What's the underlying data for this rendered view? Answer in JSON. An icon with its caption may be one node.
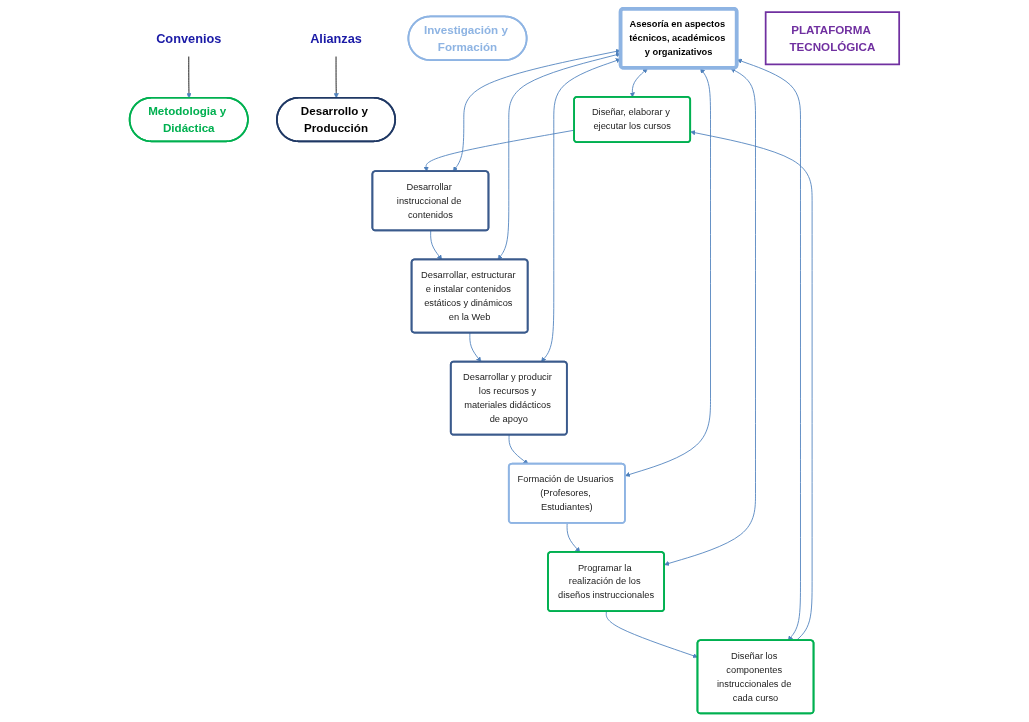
{
  "diagram": {
    "nodes": [
      {
        "text": [
          "Convenios"
        ]
      },
      {
        "text": [
          "Alianzas"
        ]
      },
      {
        "text": [
          "Metodologia y Didáctica"
        ]
      },
      {
        "text": [
          "Desarrollo y Producción"
        ]
      },
      {
        "text": [
          "Investigación y Formación"
        ]
      },
      {
        "text": [
          "Diseñar, elaborar y ejecutar los cursos"
        ]
      },
      {
        "text": [
          "Desarrollar instruccional de contenidos"
        ]
      },
      {
        "text": [
          "Diseñar los componentes instruccionales de cada curso"
        ]
      },
      {
        "text": [
          "Asesoría en aspectos técnicos, académicos y organizativos"
        ]
      },
      {
        "text": [
          "Desarrollar, estructurar e instalar contenidos estáticos y dinámicos en la Web"
        ]
      },
      {
        "text": [
          "Programar la realización de los diseños instruccionales"
        ]
      },
      {
        "text": [
          "Desarrollar y producir los recursos y materiales didácticos de apoyo"
        ]
      },
      {
        "text": [
          "Formación de Usuarios (Profesores, Estudiantes)"
        ]
      },
      {
        "text": [
          "PLATAFORMA TECNOLÓGICA"
        ]
      }
    ],
    "edges": [
      {
        "from": 0,
        "to": 2,
        "arrow": "to",
        "color": "#000000"
      },
      {
        "from": 1,
        "to": 3,
        "arrow": "to",
        "color": "#000000"
      },
      {
        "from": 5,
        "to": 6,
        "arrow": "to"
      },
      {
        "from": 6,
        "to": 9,
        "arrow": "to"
      },
      {
        "from": 9,
        "to": 11,
        "arrow": "to"
      },
      {
        "from": 11,
        "to": 12,
        "arrow": "to"
      },
      {
        "from": 12,
        "to": 10,
        "arrow": "to"
      },
      {
        "from": 10,
        "to": 7,
        "arrow": "to"
      },
      {
        "from": 7,
        "to": 5,
        "arrow": "to"
      },
      {
        "from": 8,
        "to": 5,
        "arrow": "both"
      },
      {
        "from": 8,
        "to": 6,
        "arrow": "both"
      },
      {
        "from": 8,
        "to": 7,
        "arrow": "both"
      },
      {
        "from": 8,
        "to": 9,
        "arrow": "both"
      },
      {
        "from": 8,
        "to": 10,
        "arrow": "both"
      },
      {
        "from": 8,
        "to": 11,
        "arrow": "both"
      },
      {
        "from": 8,
        "to": 12,
        "arrow": "both"
      }
    ]
  }
}
